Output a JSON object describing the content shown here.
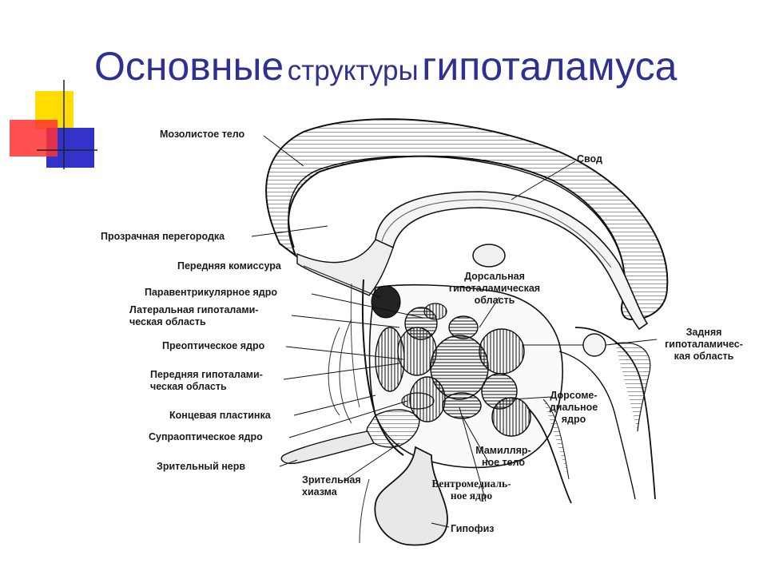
{
  "slide": {
    "title_parts": [
      "Основные",
      "структуры",
      "гипоталамуса"
    ]
  },
  "labels": {
    "corpus_callosum": "Мозолистое тело",
    "fornix": "Свод",
    "septum": "Прозрачная перегородка",
    "anterior_commissure": "Передняя комиссура",
    "paraventricular": "Паравентрикулярное ядро",
    "lateral_area": [
      "Латеральная гипоталами-",
      "ческая область"
    ],
    "dorsal_area": [
      "Дорсальная",
      "гипоталамическая",
      "область"
    ],
    "posterior_area": [
      "Задняя",
      "гипоталамичес-",
      "кая область"
    ],
    "preoptic": "Преоптическое ядро",
    "anterior_area": [
      "Передняя гипоталами-",
      "ческая область"
    ],
    "lamina_terminalis": "Концевая пластинка",
    "supraoptic": "Супраоптическое ядро",
    "optic_nerve": "Зрительный нерв",
    "dorsomedial": [
      "Дорсоме-",
      "диальное",
      "ядро"
    ],
    "mamillary": [
      "Мамилляр-",
      "ное тело"
    ],
    "optic_chiasm": [
      "Зрительная",
      "хиазма"
    ],
    "ventromedial": [
      "Вентромедиаль-",
      "ное ядро"
    ],
    "pituitary": "Гипофиз"
  },
  "colors": {
    "title": "#2e3192",
    "deco_yellow": "#ffdd00",
    "deco_red": "#ff3333",
    "deco_blue": "#3333cc"
  }
}
